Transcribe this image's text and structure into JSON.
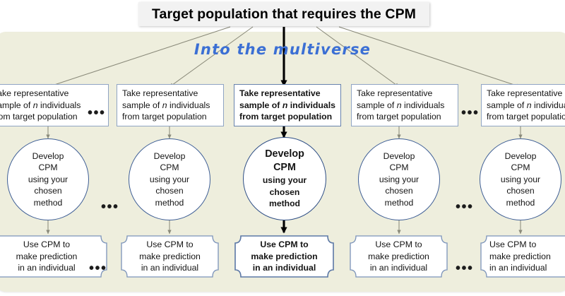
{
  "diagram": {
    "title": "Target population that requires the CPM",
    "caption": "Into the multiverse",
    "ellipsis": "•••",
    "colors": {
      "panel_background": "#eeeedd",
      "title_banner": "#f2f2f2",
      "caption_text": "#3b6fd4",
      "box_border": "#8fa4c4",
      "center_border": "#6782ac",
      "circle_border": "#3f5f96",
      "arrow_side": "#8a8a7a",
      "arrow_center": "#000000",
      "node_fill": "#ffffff"
    }
  },
  "columns": [
    {
      "id": "col-1",
      "emphasis": false,
      "sample_box": {
        "line1": "Take representative",
        "line2_pre": "sample of ",
        "line2_italic": "n",
        "line2_post": " individuals",
        "line3": "from target population"
      },
      "develop_circle": {
        "line1": "Develop",
        "line2": "CPM",
        "line3": "using your",
        "line4": "chosen",
        "line5": "method"
      },
      "predict_box": {
        "line1": "Use CPM to",
        "line2": "make prediction",
        "line3": "in an individual"
      }
    },
    {
      "id": "col-2",
      "emphasis": false,
      "sample_box": {
        "line1": "Take representative",
        "line2_pre": "sample of ",
        "line2_italic": "n",
        "line2_post": " individuals",
        "line3": "from target population"
      },
      "develop_circle": {
        "line1": "Develop",
        "line2": "CPM",
        "line3": "using your",
        "line4": "chosen",
        "line5": "method"
      },
      "predict_box": {
        "line1": "Use CPM to",
        "line2": "make prediction",
        "line3": "in an individual"
      }
    },
    {
      "id": "col-3",
      "emphasis": true,
      "sample_box": {
        "line1": "Take representative",
        "line2_pre": "sample of ",
        "line2_italic": "n",
        "line2_post": " individuals",
        "line3": "from target population"
      },
      "develop_circle": {
        "line1": "Develop",
        "line2": "CPM",
        "line3": "using your",
        "line4": "chosen",
        "line5": "method"
      },
      "predict_box": {
        "line1": "Use CPM to",
        "line2": "make prediction",
        "line3": "in an individual"
      }
    },
    {
      "id": "col-4",
      "emphasis": false,
      "sample_box": {
        "line1": "Take representative",
        "line2_pre": "sample of ",
        "line2_italic": "n",
        "line2_post": " individuals",
        "line3": "from target population"
      },
      "develop_circle": {
        "line1": "Develop",
        "line2": "CPM",
        "line3": "using your",
        "line4": "chosen",
        "line5": "method"
      },
      "predict_box": {
        "line1": "Use CPM to",
        "line2": "make prediction",
        "line3": "in an individual"
      }
    },
    {
      "id": "col-5",
      "emphasis": false,
      "sample_box": {
        "line1": "Take representative",
        "line2_pre": "sample of ",
        "line2_italic": "n",
        "line2_post": " individuals",
        "line3": "from target population"
      },
      "develop_circle": {
        "line1": "Develop",
        "line2": "CPM",
        "line3": "using your",
        "line4": "chosen",
        "line5": "method"
      },
      "predict_box": {
        "line1": "Use CPM to",
        "line2": "make prediction",
        "line3": "in an individual"
      }
    }
  ]
}
